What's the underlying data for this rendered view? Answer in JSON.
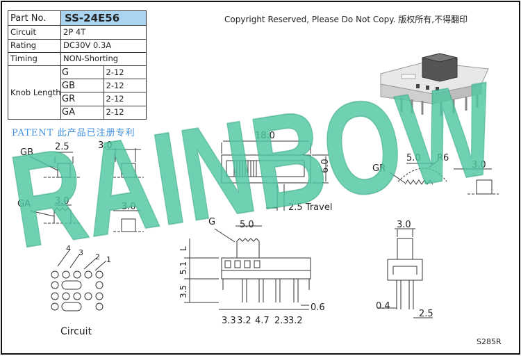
{
  "spec": {
    "part_label": "Part No.",
    "part_value": "SS-24E56",
    "rows": [
      {
        "label": "Circuit",
        "value": "2P 4T"
      },
      {
        "label": "Rating",
        "value": "DC30V 0.3A"
      },
      {
        "label": "Timing",
        "value": "NON-Shorting"
      }
    ],
    "knob_label": "Knob Length",
    "knobs": [
      {
        "code": "G",
        "value": "2-12"
      },
      {
        "code": "GB",
        "value": "2-12"
      },
      {
        "code": "GR",
        "value": "2-12"
      },
      {
        "code": "GA",
        "value": "2-12"
      }
    ]
  },
  "copyright": "Copyright Reserved, Please Do Not Copy. 版权所有,不得翻印",
  "patent": "PATENT 此产品已注册专利",
  "watermark": "RAINBOW",
  "model_code": "S285R",
  "colors": {
    "watermark": "#4fc7a1",
    "table_highlight": "#a9d4f2",
    "patent": "#3f8fe0"
  },
  "dims": {
    "gb_label": "GB",
    "gb_width": "2.5",
    "gb_side": "3.0",
    "ga_label": "GA",
    "ga_width": "3.0",
    "ga_side": "3.0",
    "top_length": "18.0",
    "top_height": "6.0",
    "travel": "2.5 Travel",
    "g_label": "G",
    "g_width": "5.0",
    "l_label": "L",
    "h_5_1": "5.1",
    "h_3_5": "3.5",
    "pin_width": "0.6",
    "bottom_dims": [
      "3.3",
      "3.2",
      "4.7",
      "2.3",
      "3.2"
    ],
    "gr_label": "GR",
    "gr_width": "5.0",
    "gr_radius": "R6",
    "gr_side": "3.0",
    "side_width": "3.0",
    "side_pin": "0.4",
    "side_pitch": "2.5",
    "circuit_label": "Circuit",
    "circuit_nums": [
      "4",
      "3",
      "2",
      "1"
    ]
  }
}
